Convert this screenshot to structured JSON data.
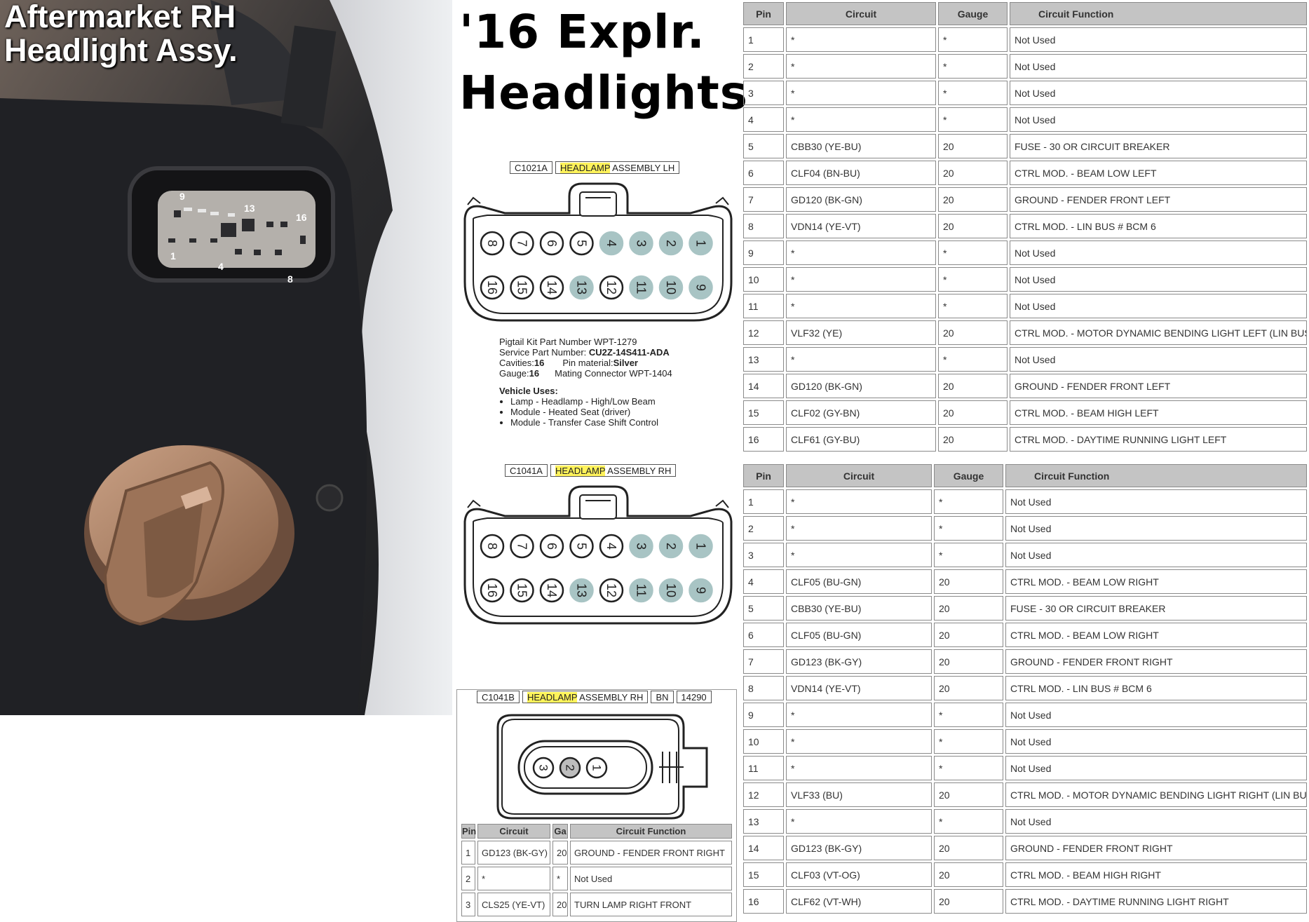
{
  "photo": {
    "title_line1": "Aftermarket RH",
    "title_line2": "Headlight Assy.",
    "pin_labels": [
      "9",
      "13",
      "16",
      "1",
      "4",
      "8"
    ]
  },
  "heading": {
    "line1": "'16 Explr.",
    "line2": "Headlights"
  },
  "c1021a": {
    "id": "C1021A",
    "highlight": "HEADLAMP",
    "name": " ASSEMBLY LH",
    "top_row": [
      "8",
      "7",
      "6",
      "5",
      "4",
      "3",
      "2",
      "1"
    ],
    "bottom_row": [
      "16",
      "15",
      "14",
      "13",
      "12",
      "11",
      "10",
      "9"
    ],
    "shaded": [
      "4",
      "3",
      "2",
      "1",
      "13",
      "11",
      "10",
      "9"
    ]
  },
  "info": {
    "pigtail": "Pigtail Kit Part Number WPT-1279",
    "service_label": "Service Part Number: ",
    "service_value": "CU2Z-14S411-ADA",
    "cavities_label": "Cavities:",
    "cavities_value": "16",
    "pin_material_label": "Pin material:",
    "pin_material_value": "Silver",
    "gauge_label": "Gauge:",
    "gauge_value": "16",
    "mating": "Mating Connector WPT-1404",
    "uses_title": "Vehicle Uses:",
    "uses": [
      "Lamp - Headlamp - High/Low Beam",
      "Module - Heated Seat (driver)",
      "Module - Transfer Case Shift Control"
    ]
  },
  "c1041a": {
    "id": "C1041A",
    "highlight": "HEADLAMP",
    "name": " ASSEMBLY RH",
    "top_row": [
      "8",
      "7",
      "6",
      "5",
      "4",
      "3",
      "2",
      "1"
    ],
    "bottom_row": [
      "16",
      "15",
      "14",
      "13",
      "12",
      "11",
      "10",
      "9"
    ],
    "shaded": [
      "3",
      "2",
      "1",
      "13",
      "11",
      "10",
      "9"
    ]
  },
  "c1041b": {
    "id": "C1041B",
    "highlight": "HEADLAMP",
    "name": " ASSEMBLY RH",
    "color_code": "BN",
    "part": "14290",
    "pins": [
      "3",
      "2",
      "1"
    ],
    "headers": [
      "Pin",
      "Circuit",
      "Ga",
      "Circuit Function"
    ],
    "rows": [
      [
        "1",
        "GD123 (BK-GY)",
        "20",
        "GROUND - FENDER FRONT RIGHT"
      ],
      [
        "2",
        "*",
        "*",
        "Not Used"
      ],
      [
        "3",
        "CLS25 (YE-VT)",
        "20",
        "TURN LAMP RIGHT FRONT"
      ]
    ]
  },
  "table_lh": {
    "headers": [
      "Pin",
      "Circuit",
      "Gauge",
      "Circuit Function"
    ],
    "rows": [
      [
        "1",
        "*",
        "*",
        "Not Used"
      ],
      [
        "2",
        "*",
        "*",
        "Not Used"
      ],
      [
        "3",
        "*",
        "*",
        "Not Used"
      ],
      [
        "4",
        "*",
        "*",
        "Not Used"
      ],
      [
        "5",
        "CBB30 (YE-BU)",
        "20",
        "FUSE - 30 OR CIRCUIT BREAKER"
      ],
      [
        "6",
        "CLF04 (BN-BU)",
        "20",
        "CTRL MOD. - BEAM LOW LEFT"
      ],
      [
        "7",
        "GD120 (BK-GN)",
        "20",
        "GROUND - FENDER FRONT LEFT"
      ],
      [
        "8",
        "VDN14 (YE-VT)",
        "20",
        "CTRL MOD. - LIN BUS # BCM 6"
      ],
      [
        "9",
        "*",
        "*",
        "Not Used"
      ],
      [
        "10",
        "*",
        "*",
        "Not Used"
      ],
      [
        "11",
        "*",
        "*",
        "Not Used"
      ],
      [
        "12",
        "VLF32 (YE)",
        "20",
        "CTRL MOD. - MOTOR DYNAMIC BENDING LIGHT LEFT (LIN BUS) +"
      ],
      [
        "13",
        "*",
        "*",
        "Not Used"
      ],
      [
        "14",
        "GD120 (BK-GN)",
        "20",
        "GROUND - FENDER FRONT LEFT"
      ],
      [
        "15",
        "CLF02 (GY-BN)",
        "20",
        "CTRL MOD. - BEAM HIGH LEFT"
      ],
      [
        "16",
        "CLF61 (GY-BU)",
        "20",
        "CTRL MOD. - DAYTIME RUNNING LIGHT LEFT"
      ]
    ]
  },
  "table_rh": {
    "headers": [
      "Pin",
      "Circuit",
      "Gauge",
      "Circuit Function"
    ],
    "rows": [
      [
        "1",
        "*",
        "*",
        "Not Used"
      ],
      [
        "2",
        "*",
        "*",
        "Not Used"
      ],
      [
        "3",
        "*",
        "*",
        "Not Used"
      ],
      [
        "4",
        "CLF05 (BU-GN)",
        "20",
        "CTRL MOD. - BEAM LOW RIGHT"
      ],
      [
        "5",
        "CBB30 (YE-BU)",
        "20",
        "FUSE - 30 OR CIRCUIT BREAKER"
      ],
      [
        "6",
        "CLF05 (BU-GN)",
        "20",
        "CTRL MOD. - BEAM LOW RIGHT"
      ],
      [
        "7",
        "GD123 (BK-GY)",
        "20",
        "GROUND - FENDER FRONT RIGHT"
      ],
      [
        "8",
        "VDN14 (YE-VT)",
        "20",
        "CTRL MOD. - LIN BUS # BCM 6"
      ],
      [
        "9",
        "*",
        "*",
        "Not Used"
      ],
      [
        "10",
        "*",
        "*",
        "Not Used"
      ],
      [
        "11",
        "*",
        "*",
        "Not Used"
      ],
      [
        "12",
        "VLF33 (BU)",
        "20",
        "CTRL MOD. - MOTOR DYNAMIC BENDING LIGHT RIGHT (LIN BUS) +"
      ],
      [
        "13",
        "*",
        "*",
        "Not Used"
      ],
      [
        "14",
        "GD123 (BK-GY)",
        "20",
        "GROUND - FENDER FRONT RIGHT"
      ],
      [
        "15",
        "CLF03 (VT-OG)",
        "20",
        "CTRL MOD. - BEAM HIGH RIGHT"
      ],
      [
        "16",
        "CLF62 (VT-WH)",
        "20",
        "CTRL MOD. - DAYTIME RUNNING LIGHT RIGHT"
      ]
    ]
  },
  "colors": {
    "highlight": "#fff35a",
    "pin_shaded": "#a8c4c4",
    "header_bg": "#c4c4c4"
  }
}
